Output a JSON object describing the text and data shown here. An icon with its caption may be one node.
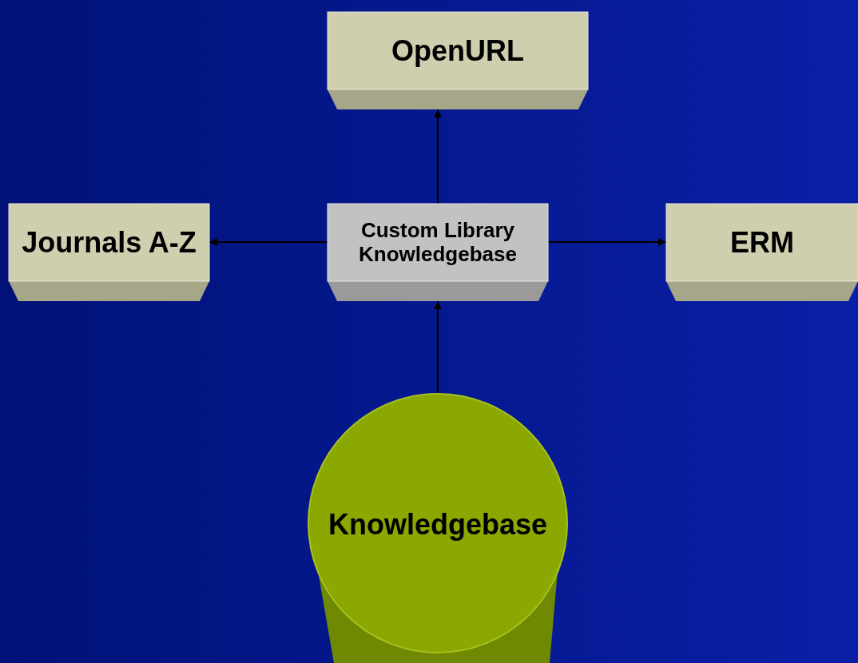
{
  "diagram": {
    "nodes": [
      {
        "text": [
          "OpenURL"
        ]
      },
      {
        "text": [
          "Journals A-Z"
        ]
      },
      {
        "text": [
          "Custom Library Knowledgebase"
        ]
      },
      {
        "text": [
          "ERM"
        ]
      },
      {
        "text": [
          "Knowledgebase"
        ]
      }
    ],
    "edges": [
      {
        "from": 2,
        "to": 0,
        "arrow": "to"
      },
      {
        "from": 2,
        "to": 1,
        "arrow": "to"
      },
      {
        "from": 2,
        "to": 3,
        "arrow": "to"
      },
      {
        "from": 4,
        "to": 2,
        "arrow": "to"
      }
    ]
  }
}
